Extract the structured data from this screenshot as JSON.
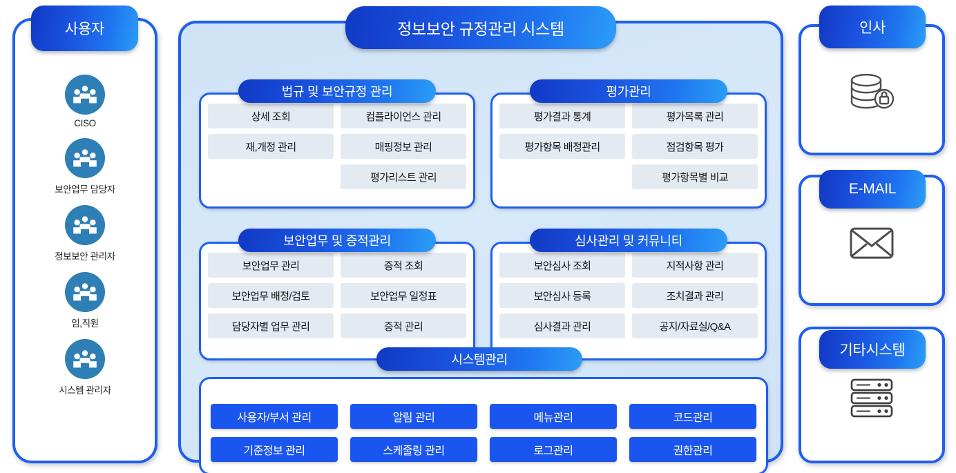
{
  "users_panel": {
    "title": "사용자",
    "items": [
      {
        "label": "CISO",
        "icon": "users-group-icon"
      },
      {
        "label": "보안업무 담당자",
        "icon": "users-group-icon"
      },
      {
        "label": "정보보안 관리자",
        "icon": "users-group-icon"
      },
      {
        "label": "임,직원",
        "icon": "users-group-icon"
      },
      {
        "label": "시스템 관리자",
        "icon": "users-group-icon"
      }
    ]
  },
  "main_board": {
    "title": "정보보안 규정관리 시스템",
    "sections": [
      {
        "title": "법규 및  보안규정 관리",
        "items": [
          "상세 조회",
          "컴플라이언스 관리",
          "재,개정 관리",
          "매핑정보 관리",
          "",
          "평가리스트 관리"
        ]
      },
      {
        "title": "평가관리",
        "items": [
          "평가결과 통계",
          "평가목록 관리",
          "평가항목 배정관리",
          "점검항목 평가",
          "",
          "평가항목별 비교"
        ]
      },
      {
        "title": "보안업무 및 증적관리",
        "items": [
          "보안업무 관리",
          "증적 조회",
          "보안업무 배정/검토",
          "보안업무 일정표",
          "담당자별 업무 관리",
          "증적 관리"
        ]
      },
      {
        "title": "심사관리 및 커뮤니티",
        "items": [
          "보안심사 조회",
          "지적사항 관리",
          "보안심사 등록",
          "조치결과 관리",
          "심사결과 관리",
          "공지/자료실/Q&A"
        ]
      }
    ],
    "system_section": {
      "title": "시스템관리",
      "buttons": [
        "사용자/부서 관리",
        "알림 관리",
        "메뉴관리",
        "코드관리",
        "기준정보 관리",
        "스케줄링 관리",
        "로그관리",
        "권한관리"
      ]
    }
  },
  "external_systems": [
    {
      "title": "인사",
      "icon": "database-lock-icon"
    },
    {
      "title": "E-MAIL",
      "icon": "envelope-icon"
    },
    {
      "title": "기타시스템",
      "icon": "server-rack-icon"
    }
  ],
  "colors": {
    "accent_blue": "#1f5ff0",
    "pill_gradient_start": "#1139c4",
    "pill_gradient_end": "#2b9df7",
    "board_bg": "#cfe3f6",
    "chip_bg": "#e3eaf2",
    "sys_button_bg": "#1b55ef",
    "user_icon_bg": "#2e7fb5"
  }
}
